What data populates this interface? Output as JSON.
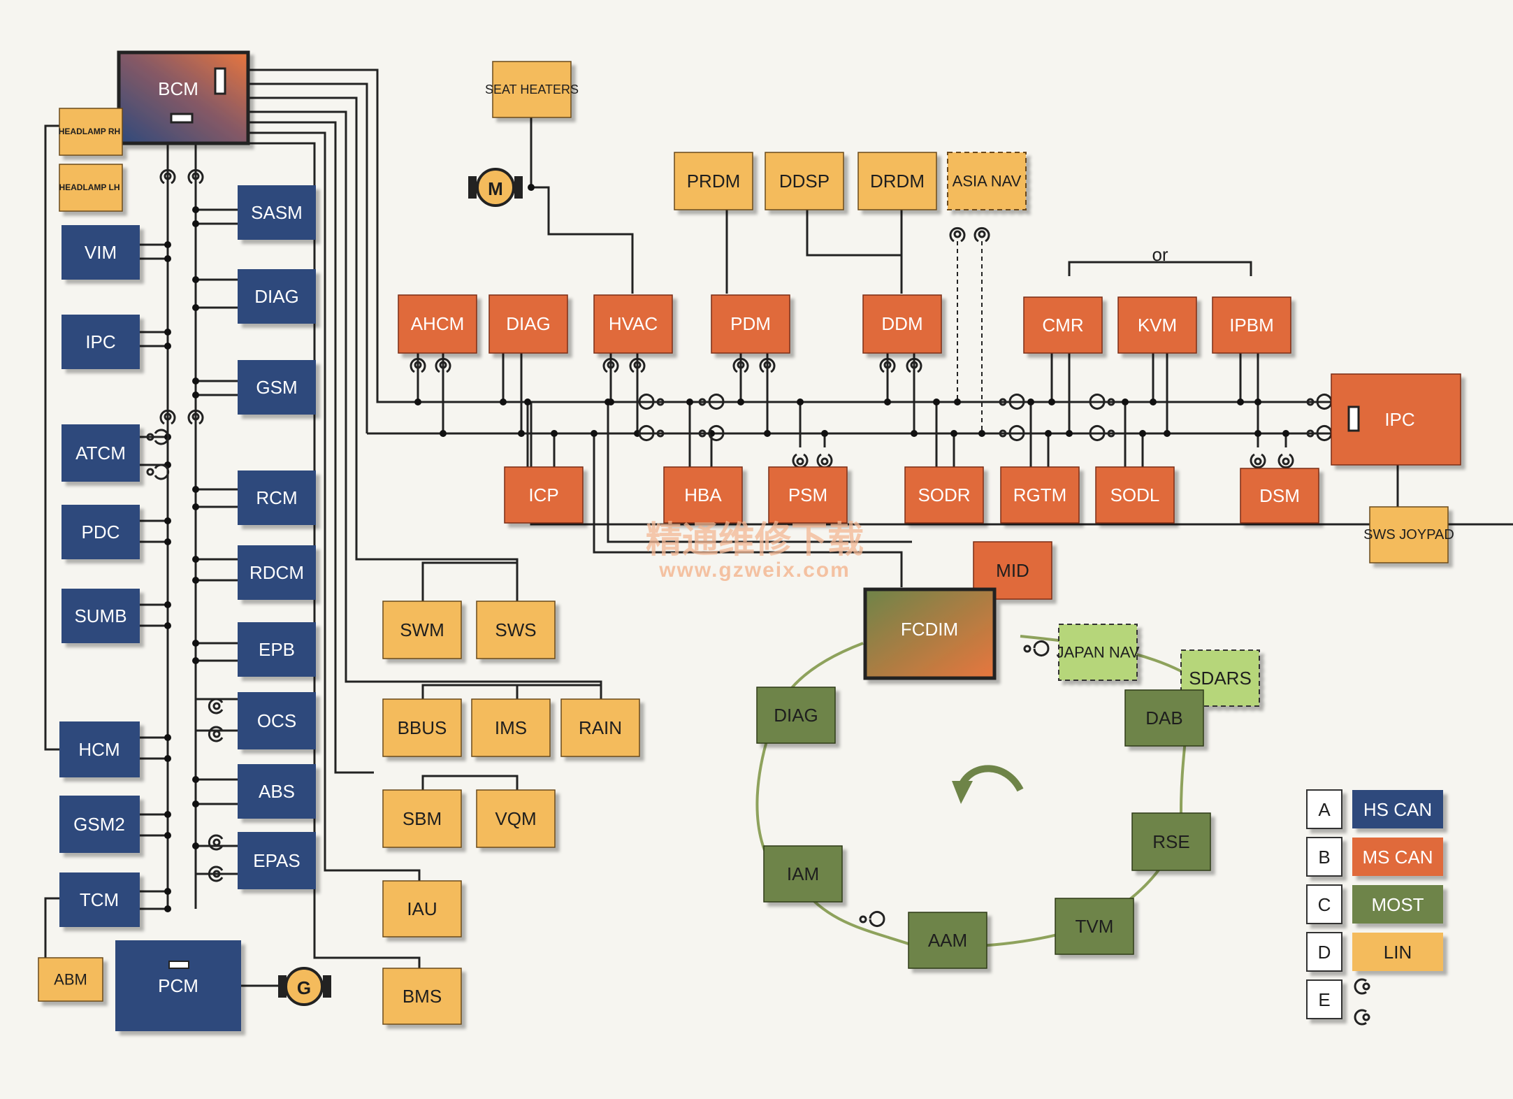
{
  "modules": {
    "bcm": "BCM",
    "headlamp_rh": "HEADLAMP RH",
    "headlamp_lh": "HEADLAMP LH",
    "sasm": "SASM",
    "vim": "VIM",
    "diag_hs": "DIAG",
    "ipc_hs": "IPC",
    "gsm": "GSM",
    "atcm": "ATCM",
    "rcm": "RCM",
    "pdc": "PDC",
    "rdcm": "RDCM",
    "sumb": "SUMB",
    "epb": "EPB",
    "ocs": "OCS",
    "hcm": "HCM",
    "abs": "ABS",
    "gsm2": "GSM2",
    "epas": "EPAS",
    "tcm": "TCM",
    "abm": "ABM",
    "pcm": "PCM",
    "seat_heaters": "SEAT HEATERS",
    "prdm": "PRDM",
    "ddsp": "DDSP",
    "drdm": "DRDM",
    "asia_nav": "ASIA NAV",
    "ahcm": "AHCM",
    "diag_ms": "DIAG",
    "hvac": "HVAC",
    "pdm": "PDM",
    "ddm": "DDM",
    "cmr": "CMR",
    "kvm": "KVM",
    "ipbm": "IPBM",
    "ipc_ms": "IPC",
    "icp": "ICP",
    "hba": "HBA",
    "psm": "PSM",
    "sodr": "SODR",
    "rgtm": "RGTM",
    "sodl": "SODL",
    "dsm": "DSM",
    "sws_joypad": "SWS JOYPAD",
    "mid": "MID",
    "swm": "SWM",
    "sws": "SWS",
    "bbus": "BBUS",
    "ims": "IMS",
    "rain": "RAIN",
    "sbm": "SBM",
    "vqm": "VQM",
    "iau": "IAU",
    "bms": "BMS",
    "fcdim": "FCDIM",
    "japan_nav": "JAPAN NAV",
    "sdars": "SDARS",
    "diag_most": "DIAG",
    "dab": "DAB",
    "rse": "RSE",
    "iam": "IAM",
    "aam": "AAM",
    "tvm": "TVM"
  },
  "annotations": {
    "or": "or",
    "motor_m": "M",
    "generator_g": "G"
  },
  "legend": {
    "items": [
      {
        "key": "A",
        "label": "HS CAN",
        "color": "#2e4a7c"
      },
      {
        "key": "B",
        "label": "MS CAN",
        "color": "#e06a3a"
      },
      {
        "key": "C",
        "label": "MOST",
        "color": "#6e8448"
      },
      {
        "key": "D",
        "label": "LIN",
        "color": "#f4bb5c"
      },
      {
        "key": "E",
        "label": ""
      }
    ]
  },
  "watermark": {
    "text": "精通维修下载",
    "url": "www.gzweix.com"
  },
  "colors": {
    "hs_can": "#2e4a7c",
    "ms_can": "#e06a3a",
    "most": "#6e8448",
    "lin": "#f4bb5c",
    "optional_nav": "#b6d67a",
    "background": "#f6f5f0"
  }
}
